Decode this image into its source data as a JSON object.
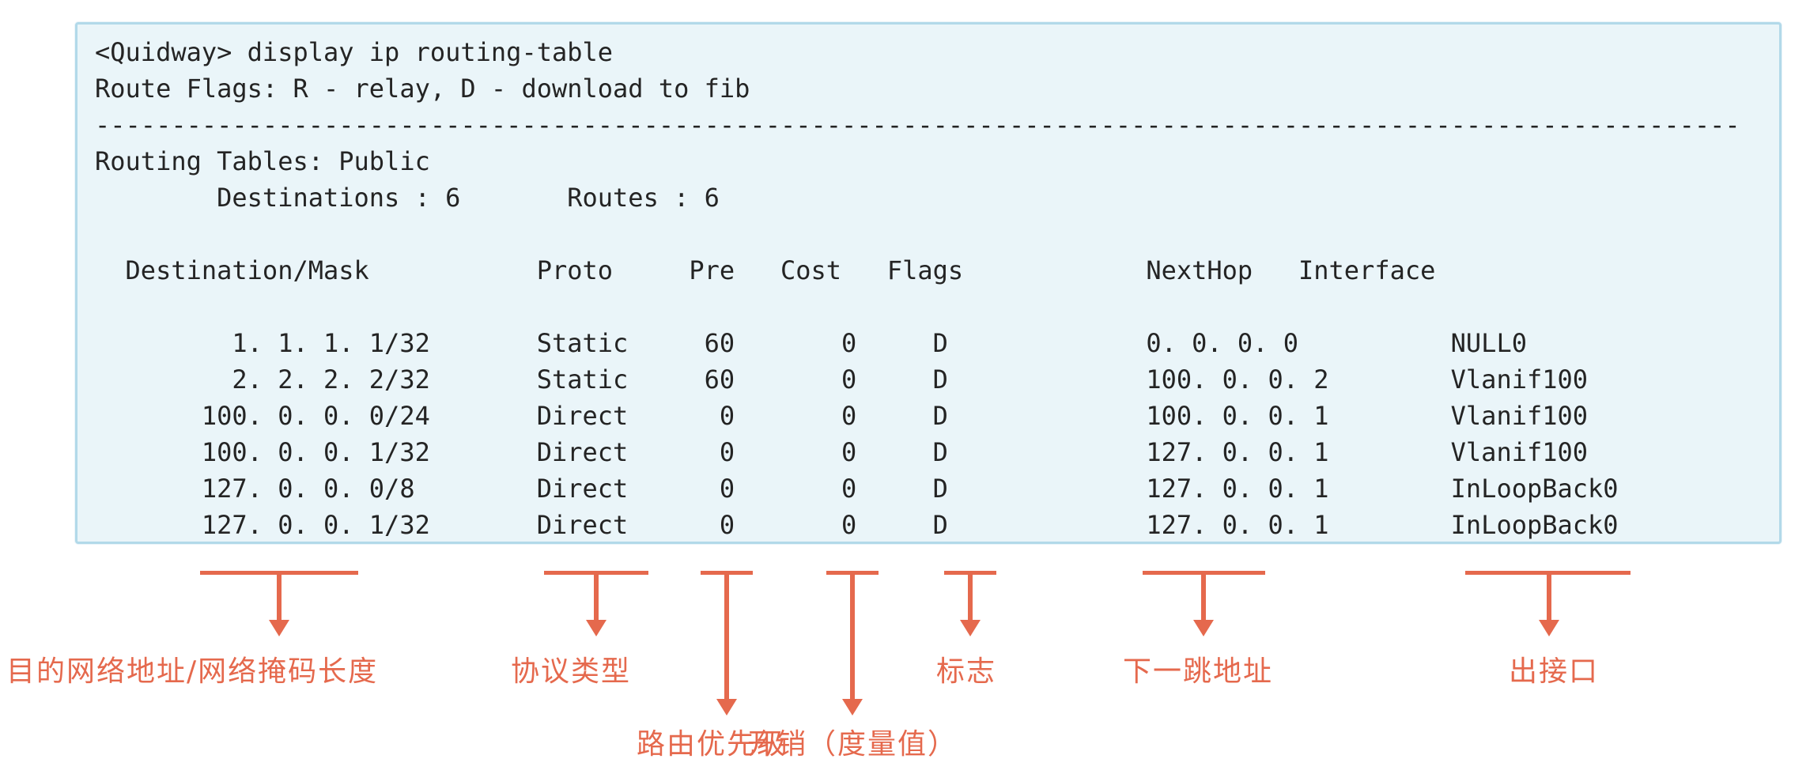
{
  "colors": {
    "box_bg": "#eaf5f9",
    "box_border": "#b2d9e9",
    "text": "#242424",
    "annotation": "#e5694d"
  },
  "console": {
    "command_line": "<Quidway> display ip routing-table",
    "route_flags_line": "Route Flags: R - relay, D - download to fib",
    "divider": "------------------------------------------------------------------------------------------------------------",
    "tables_line": "Routing Tables: Public",
    "summary": {
      "destinations_label": "Destinations",
      "destinations": "6",
      "routes_label": "Routes",
      "routes": "6"
    },
    "table": {
      "headers": [
        "Destination/Mask",
        "Proto",
        "Pre",
        "Cost",
        "Flags",
        "NextHop",
        "Interface"
      ],
      "rows": [
        {
          "dest": "1. 1. 1. 1/32",
          "proto": "Static",
          "pre": "60",
          "cost": "0",
          "flags": "D",
          "nexthop": "0. 0. 0. 0",
          "interface": "NULL0"
        },
        {
          "dest": "2. 2. 2. 2/32",
          "proto": "Static",
          "pre": "60",
          "cost": "0",
          "flags": "D",
          "nexthop": "100. 0. 0. 2",
          "interface": "Vlanif100"
        },
        {
          "dest": "100. 0. 0. 0/24",
          "proto": "Direct",
          "pre": "0",
          "cost": "0",
          "flags": "D",
          "nexthop": "100. 0. 0. 1",
          "interface": "Vlanif100"
        },
        {
          "dest": "100. 0. 0. 1/32",
          "proto": "Direct",
          "pre": "0",
          "cost": "0",
          "flags": "D",
          "nexthop": "127. 0. 0. 1",
          "interface": "Vlanif100"
        },
        {
          "dest": "127. 0. 0. 0/8",
          "proto": "Direct",
          "pre": "0",
          "cost": "0",
          "flags": "D",
          "nexthop": "127. 0. 0. 1",
          "interface": "InLoopBack0"
        },
        {
          "dest": "127. 0. 0. 1/32",
          "proto": "Direct",
          "pre": "0",
          "cost": "0",
          "flags": "D",
          "nexthop": "127. 0. 0. 1",
          "interface": "InLoopBack0"
        }
      ]
    }
  },
  "annotations": {
    "labels": {
      "destination_mask": "目的网络地址/网络掩码长度",
      "proto": "协议类型",
      "pre": "路由优先级",
      "cost": "开销（度量值）",
      "flags": "标志",
      "nexthop": "下一跳地址",
      "interface": "出接口"
    }
  }
}
